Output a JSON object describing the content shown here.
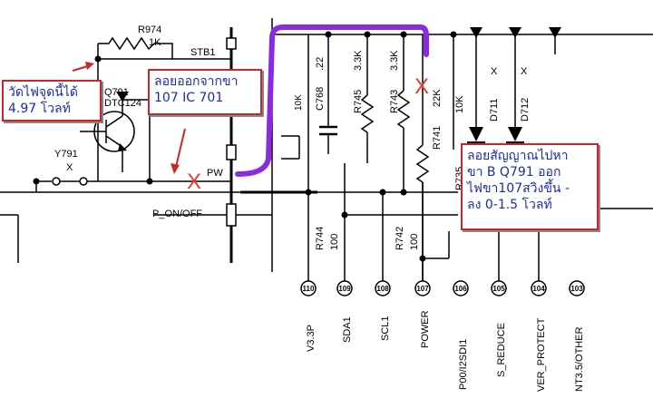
{
  "notes": {
    "voltage_measured": "วัดไฟจุดนี้ได้\n4.97 โวลท์",
    "float_from_pin": "ลอยออกจากขา\n107 IC 701",
    "float_signal": "ลอยสัญญาณไปหา\nขา  B Q791 ออก\nไฟขา107สวิงขึ้น -\nลง  0-1.5 โวลท์"
  },
  "components": {
    "r974_name": "R974",
    "r974_value": "1K",
    "stb1": "STB1",
    "q791_name": "Q791",
    "q791_part": "DTC124",
    "y791_name": "Y791",
    "y791_mark": "X",
    "c768_name": "C768",
    "c768_value": ".22",
    "r745_name": "R745",
    "r745_value": "3.3K",
    "r743_name": "R743",
    "r743_value": "3.3K",
    "r744_name": "R744",
    "r744_value": "100",
    "r742_name": "R742",
    "r742_value": "100",
    "r741_name": "R741",
    "r741_value": "22K",
    "r735_name": "R735",
    "r735_value": "10K",
    "d711_name": "D711",
    "d711_mark": "X",
    "d712_name": "D712",
    "d712_mark": "X",
    "p_on_off": "P_ON/OFF",
    "pw": "PW",
    "partial_10k": "10K"
  },
  "pins": [
    {
      "num": "110",
      "label": "V3.3P"
    },
    {
      "num": "109",
      "label": "SDA1"
    },
    {
      "num": "108",
      "label": "SCL1"
    },
    {
      "num": "107",
      "label": "POWER"
    },
    {
      "num": "106",
      "label": "P00/I2SDI1"
    },
    {
      "num": "105",
      "label": "S_REDUCE"
    },
    {
      "num": "104",
      "label": "VER_PROTECT"
    },
    {
      "num": "103",
      "label": "NT3.5/OTHER"
    }
  ],
  "marks": {
    "cross": "X"
  },
  "colors": {
    "annotation_border": "#c62828",
    "annotation_text": "#1a2ca8",
    "reroute_wire": "#8a2be2",
    "cross_mark": "#e53935"
  }
}
